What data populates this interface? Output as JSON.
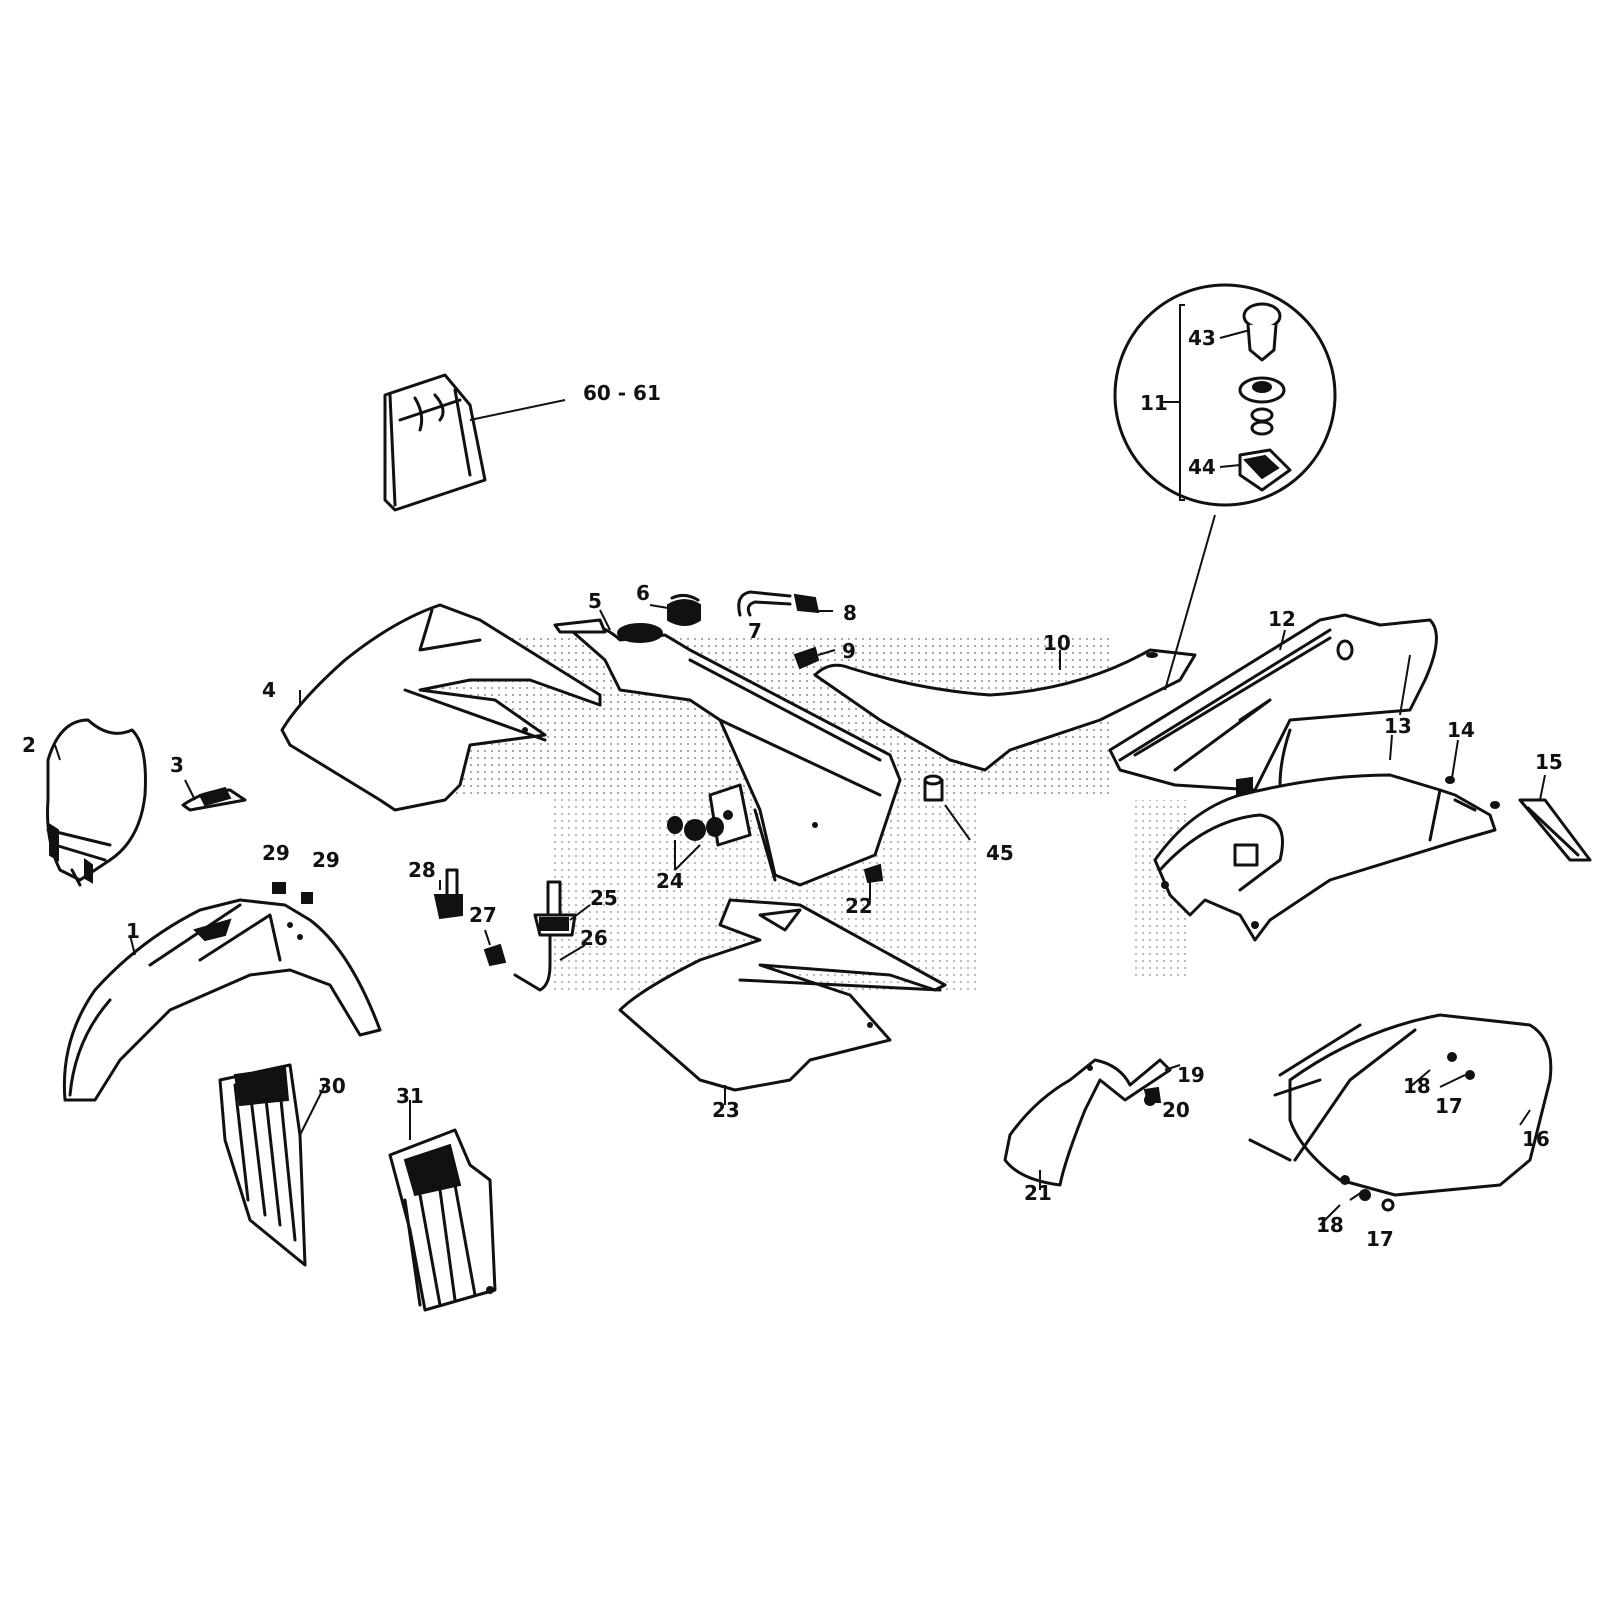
{
  "diagram": {
    "callouts": [
      {
        "id": "c1",
        "text": "1"
      },
      {
        "id": "c2",
        "text": "2"
      },
      {
        "id": "c3",
        "text": "3"
      },
      {
        "id": "c4",
        "text": "4"
      },
      {
        "id": "c5",
        "text": "5"
      },
      {
        "id": "c6",
        "text": "6"
      },
      {
        "id": "c7",
        "text": "7"
      },
      {
        "id": "c8",
        "text": "8"
      },
      {
        "id": "c9",
        "text": "9"
      },
      {
        "id": "c10",
        "text": "10"
      },
      {
        "id": "c11",
        "text": "11"
      },
      {
        "id": "c12",
        "text": "12"
      },
      {
        "id": "c13",
        "text": "13"
      },
      {
        "id": "c14",
        "text": "14"
      },
      {
        "id": "c15",
        "text": "15"
      },
      {
        "id": "c16",
        "text": "16"
      },
      {
        "id": "c17a",
        "text": "17"
      },
      {
        "id": "c17b",
        "text": "17"
      },
      {
        "id": "c18a",
        "text": "18"
      },
      {
        "id": "c18b",
        "text": "18"
      },
      {
        "id": "c19",
        "text": "19"
      },
      {
        "id": "c20",
        "text": "20"
      },
      {
        "id": "c21",
        "text": "21"
      },
      {
        "id": "c22",
        "text": "22"
      },
      {
        "id": "c23",
        "text": "23"
      },
      {
        "id": "c24",
        "text": "24"
      },
      {
        "id": "c25",
        "text": "25"
      },
      {
        "id": "c26",
        "text": "26"
      },
      {
        "id": "c27",
        "text": "27"
      },
      {
        "id": "c28",
        "text": "28"
      },
      {
        "id": "c29a",
        "text": "29"
      },
      {
        "id": "c29b",
        "text": "29"
      },
      {
        "id": "c30",
        "text": "30"
      },
      {
        "id": "c31",
        "text": "31"
      },
      {
        "id": "c43",
        "text": "43"
      },
      {
        "id": "c44",
        "text": "44"
      },
      {
        "id": "c45",
        "text": "45"
      },
      {
        "id": "c60",
        "text": "60 - 61"
      }
    ]
  }
}
